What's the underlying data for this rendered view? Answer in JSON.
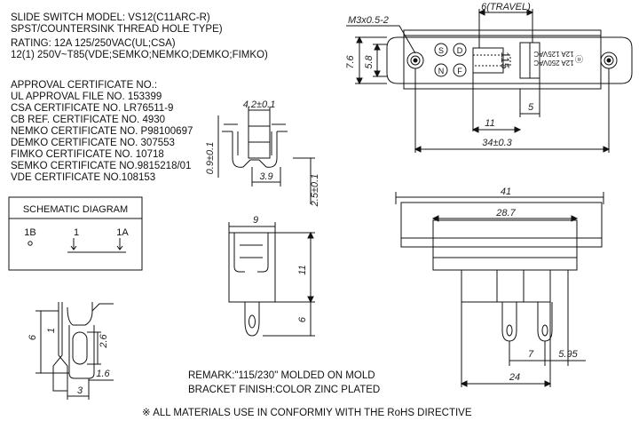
{
  "spec_lines": [
    "SLIDE SWITCH MODEL: VS12(C11ARC-R)",
    "SPST/COUNTERSINK THREAD HOLE TYPE)",
    "RATING: 12A 125/250VAC(UL;CSA)",
    "12(1) 250V~T85(VDE;SEMKO;NEMKO;DEMKO;FIMKO)"
  ],
  "approval_lines": [
    "APPROVAL CERTIFICATE NO.:",
    "UL APPROVAL FILE NO. 153399",
    "CSA CERTIFICATE NO. LR76511-9",
    "CB REF. CERTIFICATE NO. 4930",
    "NEMKO CERTIFICATE NO. P98100697",
    "DEMKO CERTIFICATE NO. 307553",
    "FIMKO CERTIFICATE NO. 10718",
    "SEMKO CERTIFICATE NO.9815218/01",
    "VDE CERTIFICATE NO.108153"
  ],
  "schematic": {
    "title": "SCHEMATIC DIAGRAM",
    "pins": [
      "1B",
      "1",
      "1A"
    ]
  },
  "remarks": [
    "REMARK:\"115/230\" MOLDED ON MOLD",
    "BRACKET FINISH:COLOR ZINC PLATED"
  ],
  "footer": "※ ALL MATERIALS USE IN CONFORMIY  WITH THE RoHS DIRECTIVE",
  "top_view": {
    "thread_label": "M3x0.5-2",
    "travel_label": "6(TRAVEL)",
    "voltage_label": "115",
    "rating_marks": [
      "12A 250VAC",
      "12A 125VAC"
    ],
    "dims": {
      "height_outer": "7.6",
      "height_inner": "5.8",
      "d5": "5",
      "d11": "11",
      "d34": "34±0.3"
    }
  },
  "detail_view": {
    "dims": {
      "top": "4.2±0.1",
      "left": "0.9±0.1",
      "bottom": "3.9",
      "right": "2.5±0.1"
    }
  },
  "side_view": {
    "dims": {
      "top": "9",
      "height": "11",
      "pin": "6"
    }
  },
  "front_view": {
    "dims": {
      "overall": "41",
      "inner": "28.7",
      "d7": "7",
      "d595": "5.95",
      "d24": "24"
    }
  },
  "terminal_view": {
    "dims": {
      "height": "6",
      "slot": "2.6",
      "left": "1",
      "thick": "1.6",
      "width": "3"
    }
  }
}
